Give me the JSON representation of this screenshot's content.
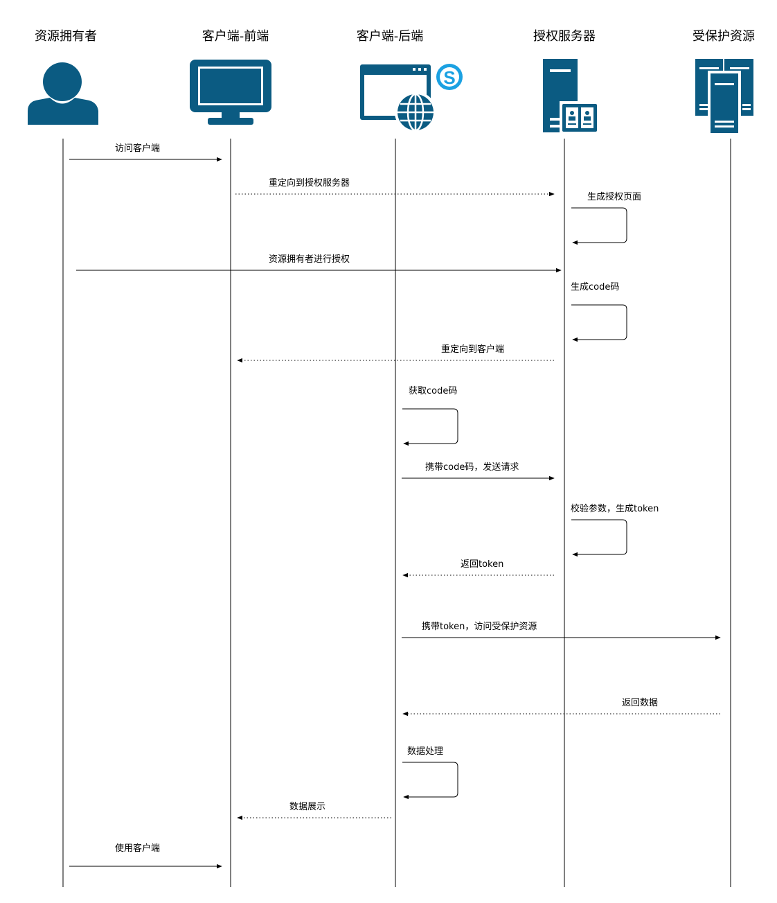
{
  "actors": [
    {
      "id": "owner",
      "label": "资源拥有者",
      "icon": "user-icon"
    },
    {
      "id": "frontend",
      "label": "客户端-前端",
      "icon": "monitor-icon"
    },
    {
      "id": "backend",
      "label": "客户端-后端",
      "icon": "web-app-icon"
    },
    {
      "id": "auth",
      "label": "授权服务器",
      "icon": "auth-server-icon"
    },
    {
      "id": "resource",
      "label": "受保护资源",
      "icon": "server-cluster-icon"
    }
  ],
  "messages": [
    {
      "label": "访问客户端",
      "from": "owner",
      "to": "frontend",
      "style": "solid"
    },
    {
      "label": "重定向到授权服务器",
      "from": "frontend",
      "to": "auth",
      "style": "dotted"
    },
    {
      "label": "生成授权页面",
      "from": "auth",
      "to": "auth",
      "style": "solid"
    },
    {
      "label": "资源拥有者进行授权",
      "from": "owner",
      "to": "auth",
      "style": "solid"
    },
    {
      "label": "生成code码",
      "from": "auth",
      "to": "auth",
      "style": "solid"
    },
    {
      "label": "重定向到客户端",
      "from": "auth",
      "to": "frontend",
      "style": "dotted"
    },
    {
      "label": "获取code码",
      "from": "backend",
      "to": "backend",
      "style": "solid"
    },
    {
      "label": "携带code码，发送请求",
      "from": "backend",
      "to": "auth",
      "style": "solid"
    },
    {
      "label": "校验参数，生成token",
      "from": "auth",
      "to": "auth",
      "style": "solid"
    },
    {
      "label": "返回token",
      "from": "auth",
      "to": "backend",
      "style": "dotted"
    },
    {
      "label": "携带token，访问受保护资源",
      "from": "backend",
      "to": "resource",
      "style": "solid"
    },
    {
      "label": "返回数据",
      "from": "resource",
      "to": "backend",
      "style": "dotted"
    },
    {
      "label": "数据处理",
      "from": "backend",
      "to": "backend",
      "style": "solid"
    },
    {
      "label": "数据展示",
      "from": "backend",
      "to": "frontend",
      "style": "dotted"
    },
    {
      "label": "使用客户端",
      "from": "owner",
      "to": "frontend",
      "style": "solid"
    }
  ],
  "colors": {
    "icon": "#0b5b82",
    "skype": "#1ba1e2",
    "line": "#000000"
  }
}
